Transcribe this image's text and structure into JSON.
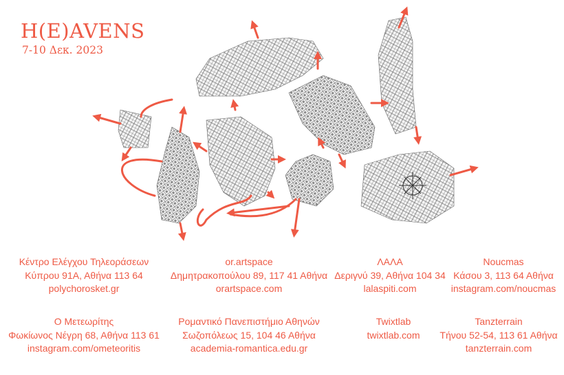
{
  "header": {
    "title": "H(E)AVENS",
    "dates": "7-10 Δεκ. 2023"
  },
  "colors": {
    "accent": "#ee5a45",
    "map_ink": "#555555"
  },
  "venues": [
    {
      "name": "Κέντρο Ελέγχου Τηλεοράσεων",
      "address": "Κύπρου 91Α, Αθήνα 113 64",
      "web": "polychorosket.gr"
    },
    {
      "name": "or.artspace",
      "address": "Δημητρακοπούλου 89, 117 41 Αθήνα",
      "web": "orartspace.com"
    },
    {
      "name": "ΛΑΛΑ",
      "address": "Δεριγνύ 39, Αθήνα 104 34",
      "web": "lalaspiti.com"
    },
    {
      "name": "Noucmas",
      "address": "Κάσου 3, 113 64 Αθήνα",
      "web": "instagram.com/noucmas"
    },
    {
      "name": "Ο Μετεωρίτης",
      "address": "Φωκίωνος Νέγρη 68, Αθήνα 113 61",
      "web": "instagram.com/ometeoritis"
    },
    {
      "name": "Ρομαντικό Πανεπιστήμιο Αθηνών",
      "address": "Σωζοπόλεως 15, 104 46 Αθήνα",
      "web": "academia-romantica.edu.gr"
    },
    {
      "name": "Twixtlab",
      "web": "twixtlab.com"
    },
    {
      "name": "Tanzterrain",
      "address": "Τήνου 52-54, 113 61 Αθήνα",
      "web": "tanzterrain.com"
    }
  ]
}
